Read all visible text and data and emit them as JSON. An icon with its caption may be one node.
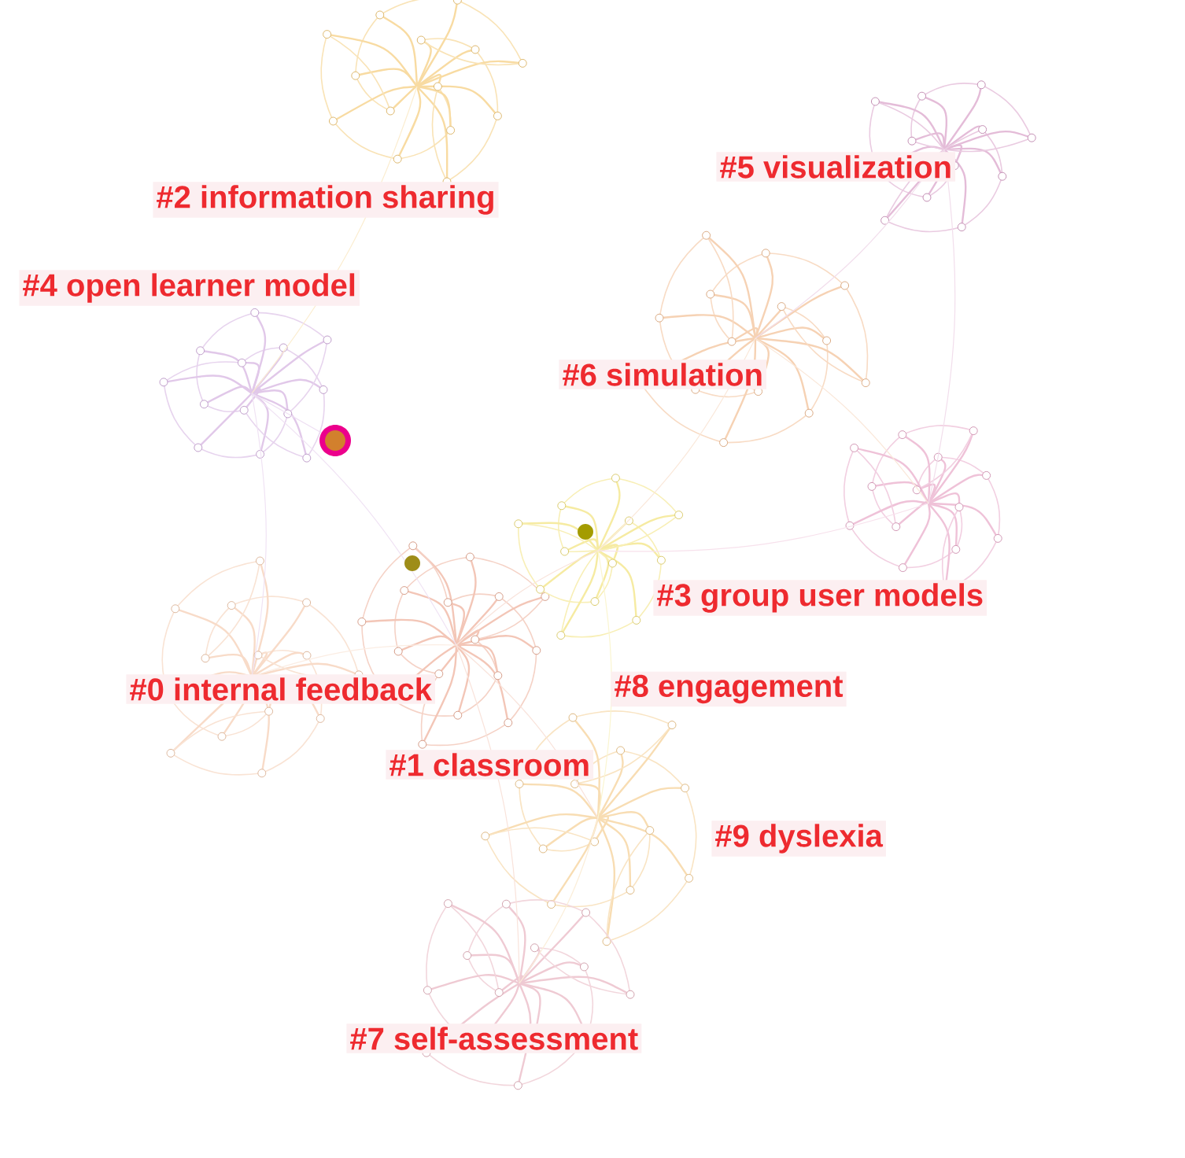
{
  "diagram": {
    "labels": [
      "#5 visualization",
      "#2 information sharing",
      "#4 open learner model",
      "#6 simulation",
      "#3 group user models",
      "#0 internal feedback",
      "#8 engagement",
      "#1 classroom",
      "#9 dyslexia",
      "#7 self-assessment"
    ]
  }
}
